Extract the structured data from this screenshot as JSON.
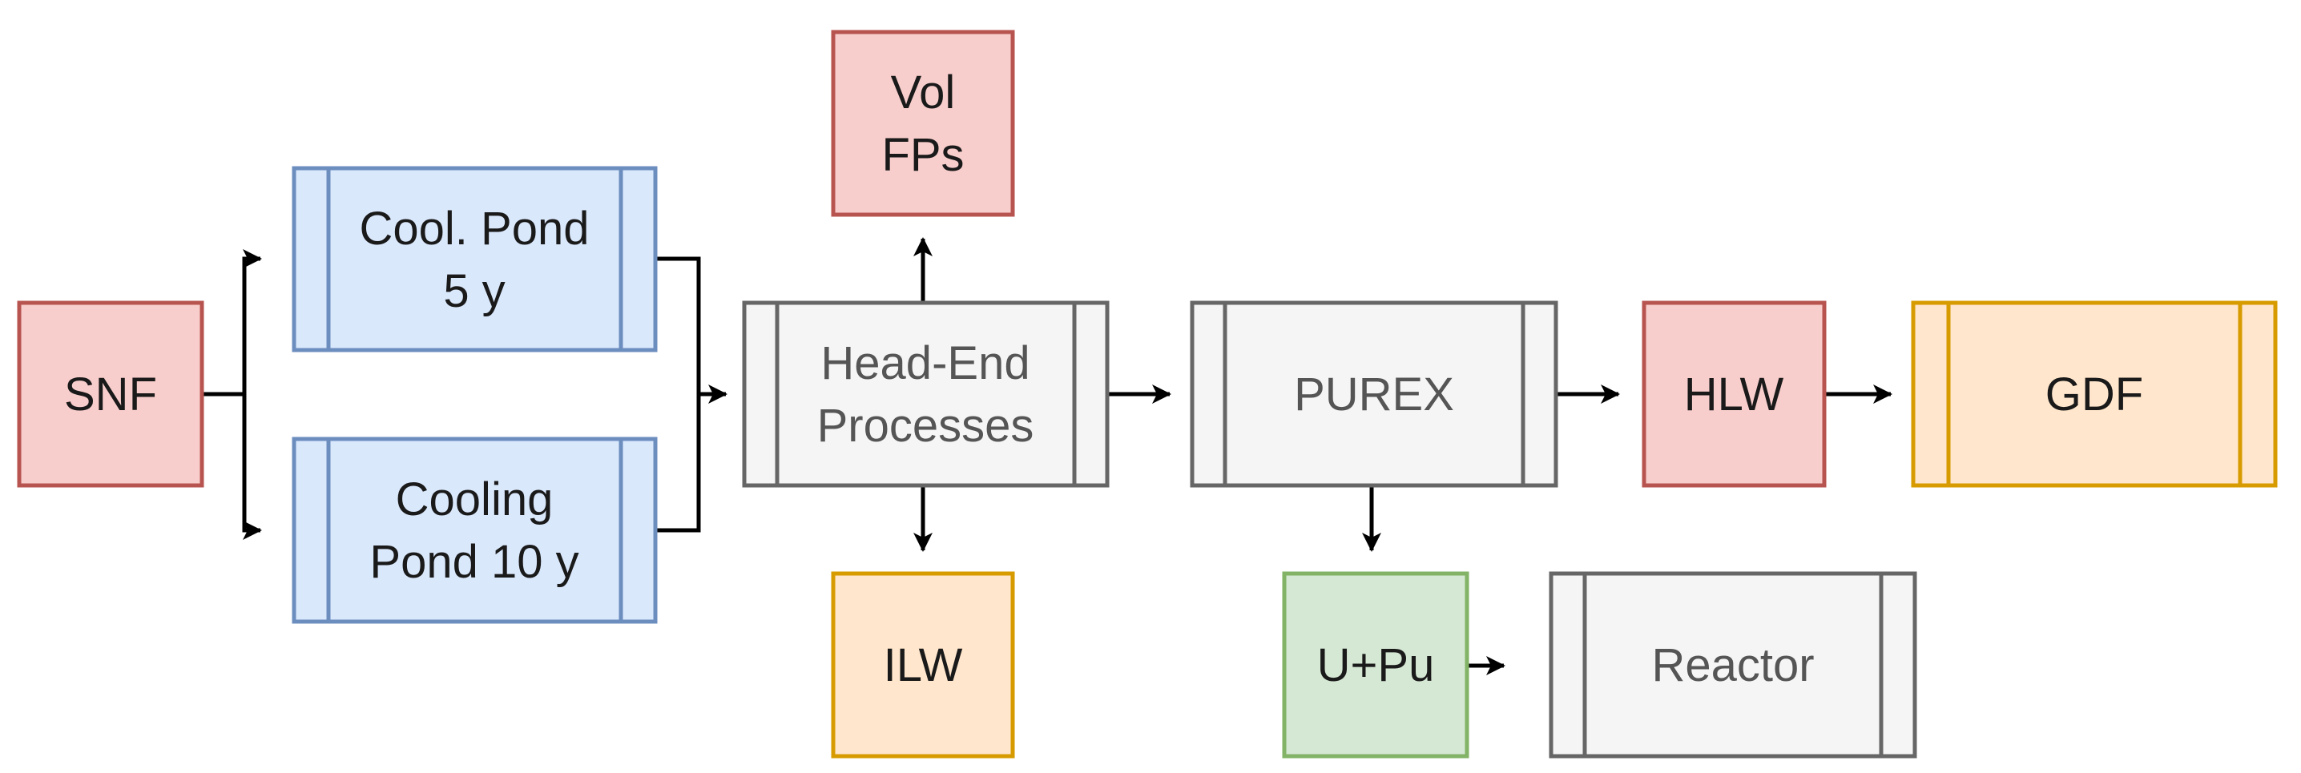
{
  "colors": {
    "red_fill": "#f8cecc",
    "red_stroke": "#b85450",
    "blue_fill": "#dae8fc",
    "blue_stroke": "#6c8ebf",
    "gray_fill": "#f5f5f5",
    "gray_stroke": "#666666",
    "orange_fill": "#ffe6cc",
    "orange_stroke": "#d79b00",
    "green_fill": "#d5e8d4",
    "green_stroke": "#82b366",
    "edge": "#000000"
  },
  "nodes": {
    "snf": {
      "lines": [
        "SNF"
      ]
    },
    "cool_pond_5": {
      "lines": [
        "Cool. Pond",
        "5 y"
      ]
    },
    "cooling_pond_10": {
      "lines": [
        "Cooling",
        "Pond 10 y"
      ]
    },
    "head_end": {
      "lines": [
        "Head-End",
        "Processes"
      ]
    },
    "vol_fps": {
      "lines": [
        "Vol",
        "FPs"
      ]
    },
    "ilw": {
      "lines": [
        "ILW"
      ]
    },
    "purex": {
      "lines": [
        "PUREX"
      ]
    },
    "hlw": {
      "lines": [
        "HLW"
      ]
    },
    "gdf": {
      "lines": [
        "GDF"
      ]
    },
    "upu": {
      "lines": [
        "U+Pu"
      ]
    },
    "reactor": {
      "lines": [
        "Reactor"
      ]
    }
  }
}
